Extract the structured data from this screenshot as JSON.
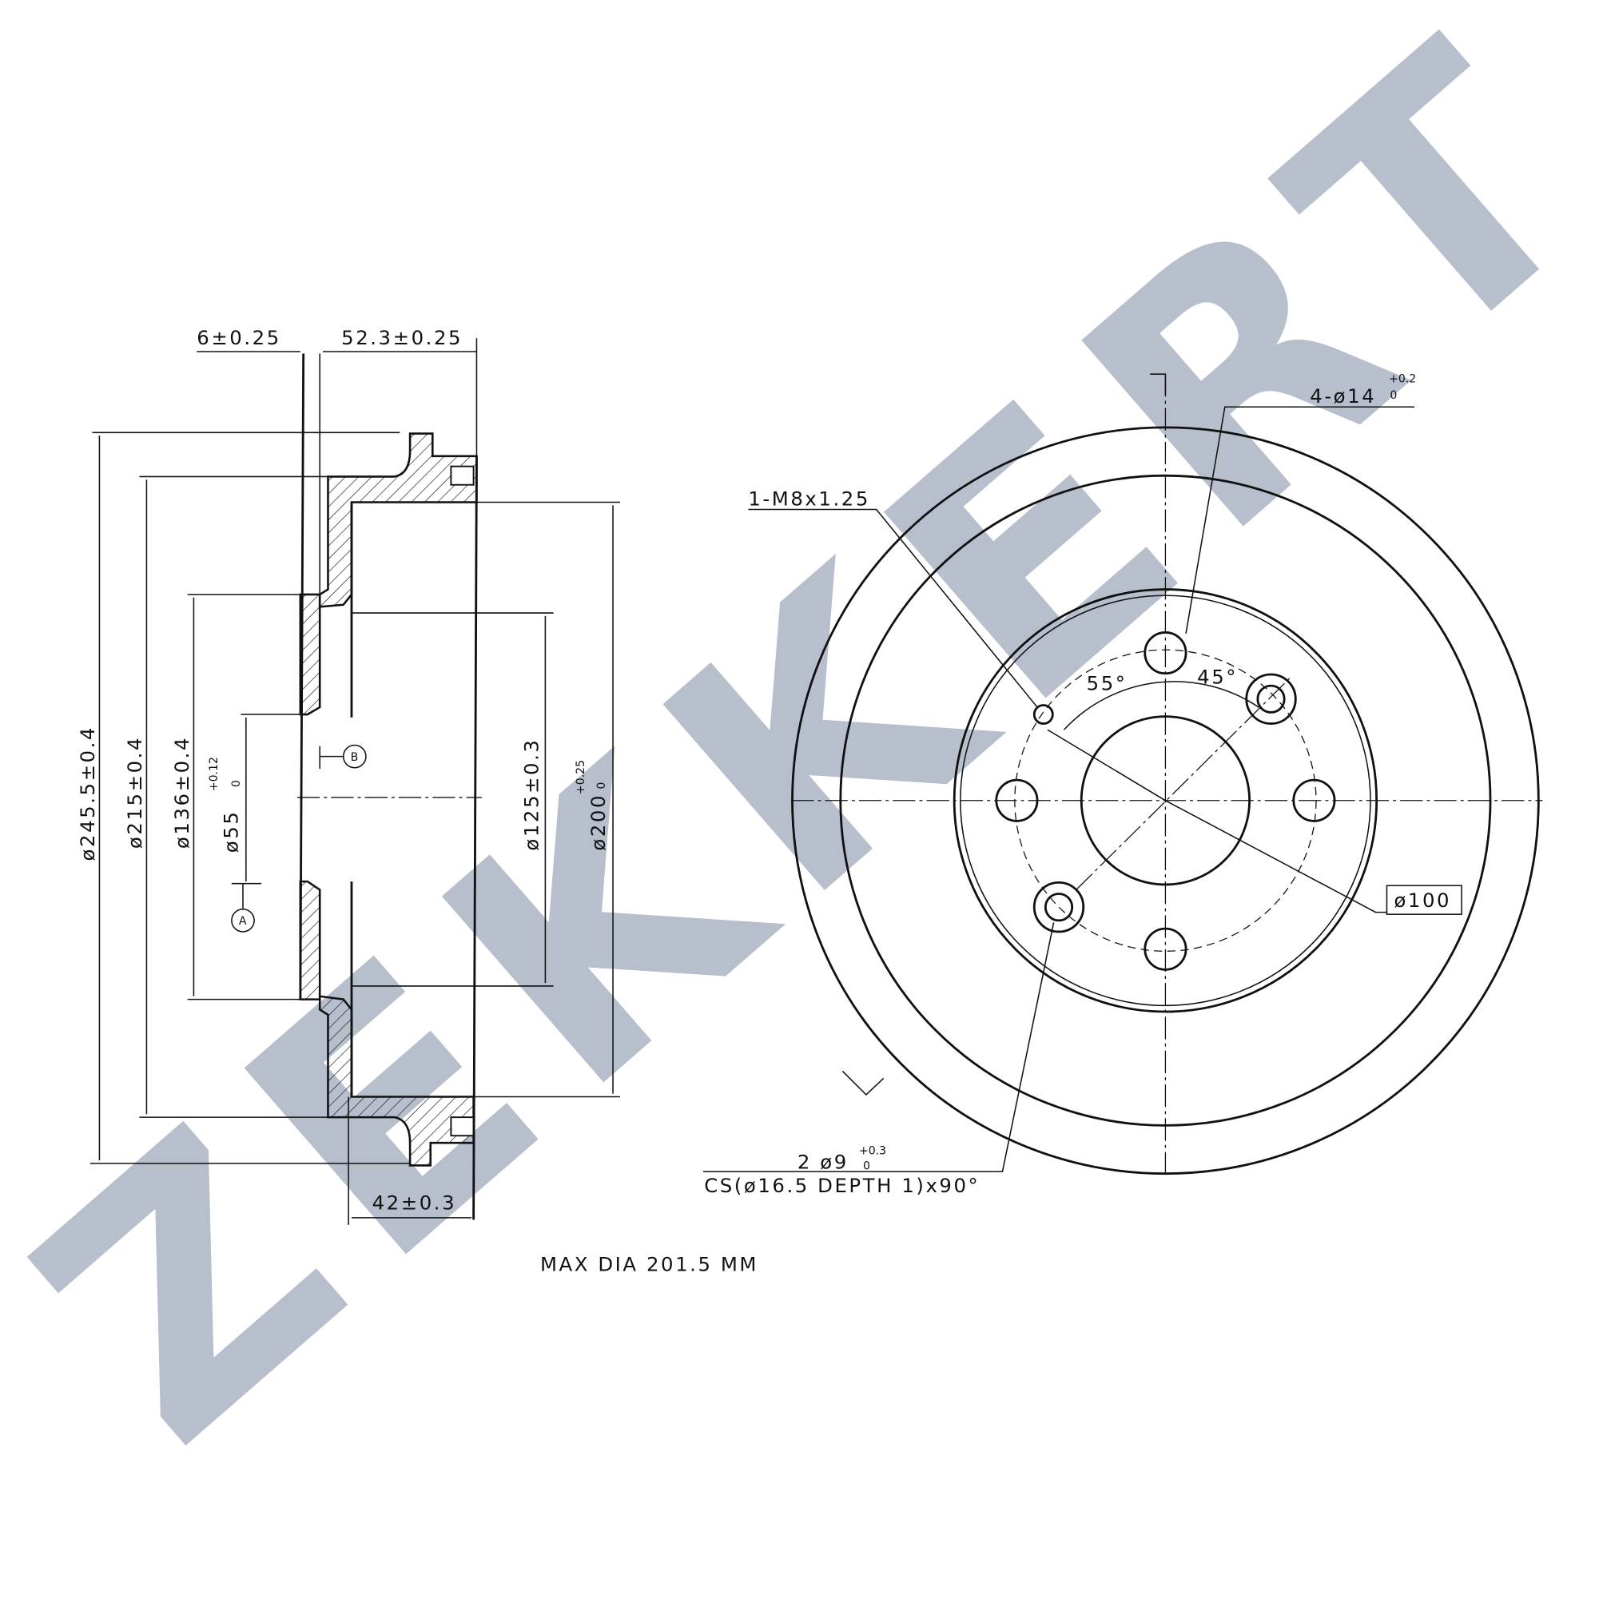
{
  "watermark": {
    "text": "ZEKKERT",
    "color": "#b8bfcc"
  },
  "section_view": {
    "dim_width_flange": "6±0.25",
    "dim_width_total": "52.3±0.25",
    "dim_outer_dia": "ø245.5±0.4",
    "dim_flange_dia": "ø215±0.4",
    "dim_hub_dia": "ø136±0.4",
    "dim_bore_dia": "ø55",
    "dim_bore_tol_upper": "+0.12",
    "dim_bore_tol_lower": "0",
    "dim_pilot_dia": "ø125±0.3",
    "dim_drum_dia": "ø200",
    "dim_drum_tol_upper": "+0.25",
    "dim_drum_tol_lower": "0",
    "dim_drum_depth": "42±0.3",
    "datum_a": "A",
    "datum_b": "B"
  },
  "face_view": {
    "label_stud_holes": "4-ø14",
    "label_stud_tol_upper": "+0.2",
    "label_stud_tol_lower": "0",
    "label_thread": "1-M8x1.25",
    "angle_left": "55°",
    "angle_right": "45°",
    "bolt_circle": "ø100",
    "label_cs_holes": "2 ø9",
    "label_cs_tol_upper": "+0.3",
    "label_cs_tol_lower": "0",
    "label_cs_spec": "CS(ø16.5 DEPTH 1)x90°"
  },
  "note": "MAX DIA 201.5 MM"
}
